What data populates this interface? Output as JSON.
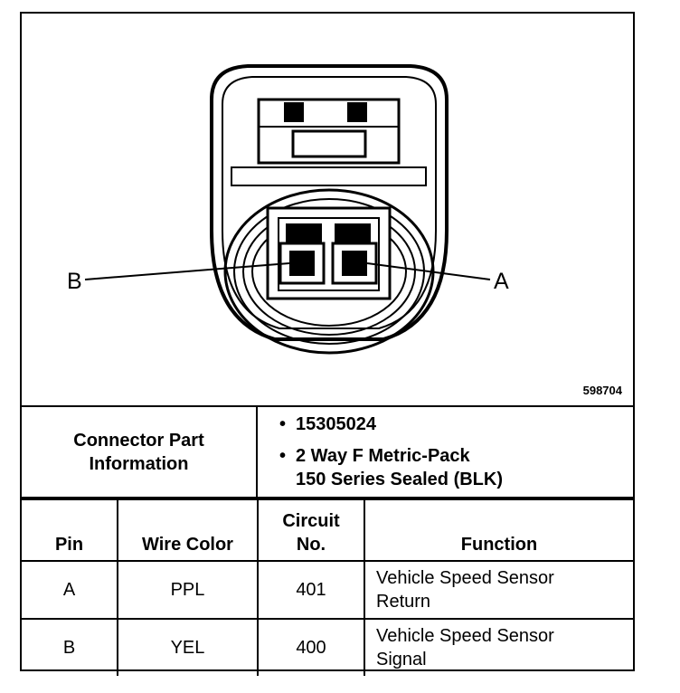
{
  "figure": {
    "pin_left_label": "B",
    "pin_right_label": "A",
    "figure_number": "598704"
  },
  "connector_info": {
    "label_line1": "Connector Part",
    "label_line2": "Information",
    "bullets": [
      {
        "line1": "15305024",
        "line2": ""
      },
      {
        "line1": "2 Way F Metric-Pack",
        "line2": "150 Series Sealed (BLK)"
      }
    ]
  },
  "table": {
    "headers": {
      "pin": "Pin",
      "wire_color": "Wire Color",
      "circuit_line1": "Circuit",
      "circuit_line2": "No.",
      "function": "Function"
    },
    "rows": [
      {
        "pin": "A",
        "wire_color": "PPL",
        "circuit": "401",
        "function_line1": "Vehicle Speed Sensor",
        "function_line2": "Return"
      },
      {
        "pin": "B",
        "wire_color": "YEL",
        "circuit": "400",
        "function_line1": "Vehicle Speed Sensor",
        "function_line2": "Signal"
      }
    ]
  }
}
